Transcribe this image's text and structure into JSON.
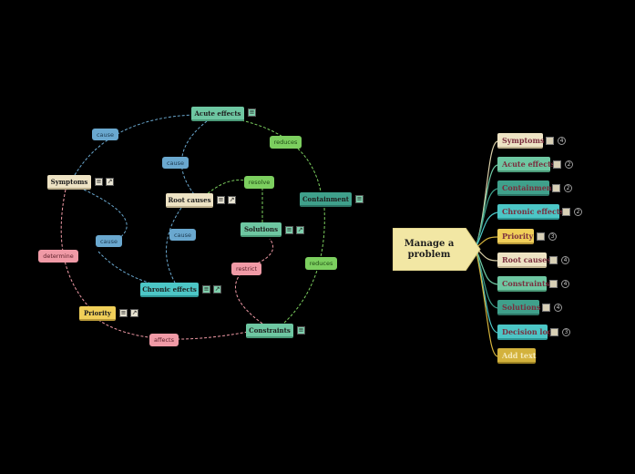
{
  "colors": {
    "background": "#000000",
    "cream": "#eee3c4",
    "green": "#6ec7a2",
    "teal": "#3fa08b",
    "cyan": "#4cc6c6",
    "yellow": "#f0cf59",
    "edge_blue": "#6aa8cf",
    "edge_green": "#7ccf5f",
    "edge_pink": "#f09aa6"
  },
  "diagram": {
    "nodes": {
      "acute_effects": "Acute effects",
      "symptoms": "Symptoms",
      "root_causes": "Root causes",
      "containment": "Containment",
      "solutions": "Solutions",
      "chronic_effects": "Chronic effects",
      "priority": "Priority",
      "constraints": "Constraints"
    },
    "edge_labels": {
      "cause_1": "cause",
      "cause_2": "cause",
      "cause_3": "cause",
      "cause_4": "cause",
      "reduces_1": "reduces",
      "reduces_2": "reduces",
      "resolve": "resolve",
      "restrict": "restrict",
      "determine": "determine",
      "affects": "affects"
    }
  },
  "mindmap": {
    "central_topic": "Manage a\nproblem",
    "branches": [
      {
        "label": "Symptoms",
        "style": "cream",
        "icon": "note-icon",
        "count": "4"
      },
      {
        "label": "Acute effects",
        "style": "green",
        "icon": "note-icon",
        "count": "2"
      },
      {
        "label": "Containment",
        "style": "teal",
        "icon": "note-icon",
        "count": "2"
      },
      {
        "label": "Chronic effects",
        "style": "cyan",
        "icon": "note-icon",
        "count": "2"
      },
      {
        "label": "Priority",
        "style": "yellow",
        "icon": "note-icon",
        "count": "3"
      },
      {
        "label": "Root causes",
        "style": "cream",
        "icon": "note-icon",
        "count": "4"
      },
      {
        "label": "Constraints",
        "style": "green",
        "icon": "note-icon",
        "count": "4"
      },
      {
        "label": "Solutions",
        "style": "teal",
        "icon": "note-icon",
        "count": "4"
      },
      {
        "label": "Decision log",
        "style": "cyan",
        "icon": "note-icon",
        "count": "3"
      },
      {
        "label": "Add text",
        "style": "plain",
        "icon": "",
        "count": ""
      }
    ]
  }
}
